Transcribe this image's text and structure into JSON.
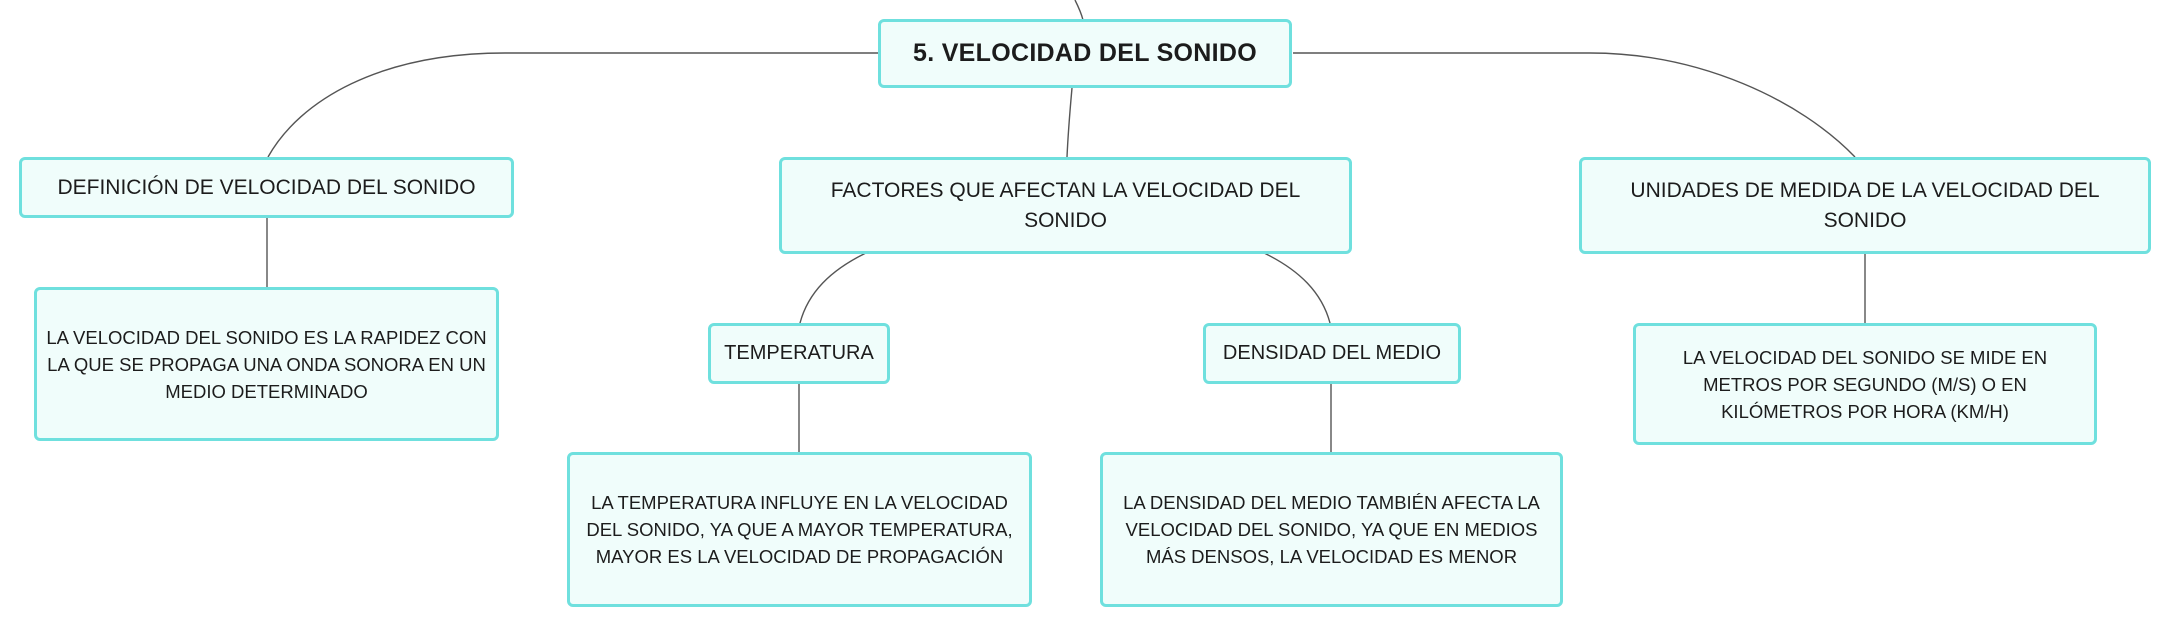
{
  "colors": {
    "node_fill": "#f0fdfb",
    "node_border": "#6fe0de",
    "connector": "#555555",
    "text": "#1c1c1c"
  },
  "root": {
    "label": "5. VELOCIDAD DEL SONIDO"
  },
  "branches": {
    "definicion": {
      "label": "DEFINICIÓN DE VELOCIDAD DEL SONIDO",
      "detail": "LA VELOCIDAD DEL SONIDO ES LA RAPIDEZ CON LA QUE SE PROPAGA UNA ONDA SONORA EN UN MEDIO DETERMINADO"
    },
    "factores": {
      "label": "FACTORES QUE AFECTAN LA VELOCIDAD DEL SONIDO",
      "temperatura": {
        "label": "TEMPERATURA",
        "detail": "LA TEMPERATURA INFLUYE EN LA VELOCIDAD DEL SONIDO, YA QUE A MAYOR TEMPERATURA, MAYOR ES LA VELOCIDAD DE PROPAGACIÓN"
      },
      "densidad": {
        "label": "DENSIDAD DEL MEDIO",
        "detail": "LA DENSIDAD DEL MEDIO TAMBIÉN AFECTA LA VELOCIDAD DEL SONIDO, YA QUE EN MEDIOS MÁS DENSOS, LA VELOCIDAD ES MENOR"
      }
    },
    "unidades": {
      "label": "UNIDADES DE MEDIDA DE LA VELOCIDAD DEL SONIDO",
      "detail": "LA VELOCIDAD DEL SONIDO SE MIDE EN METROS POR SEGUNDO (M/S) O EN KILÓMETROS POR HORA (KM/H)"
    }
  }
}
